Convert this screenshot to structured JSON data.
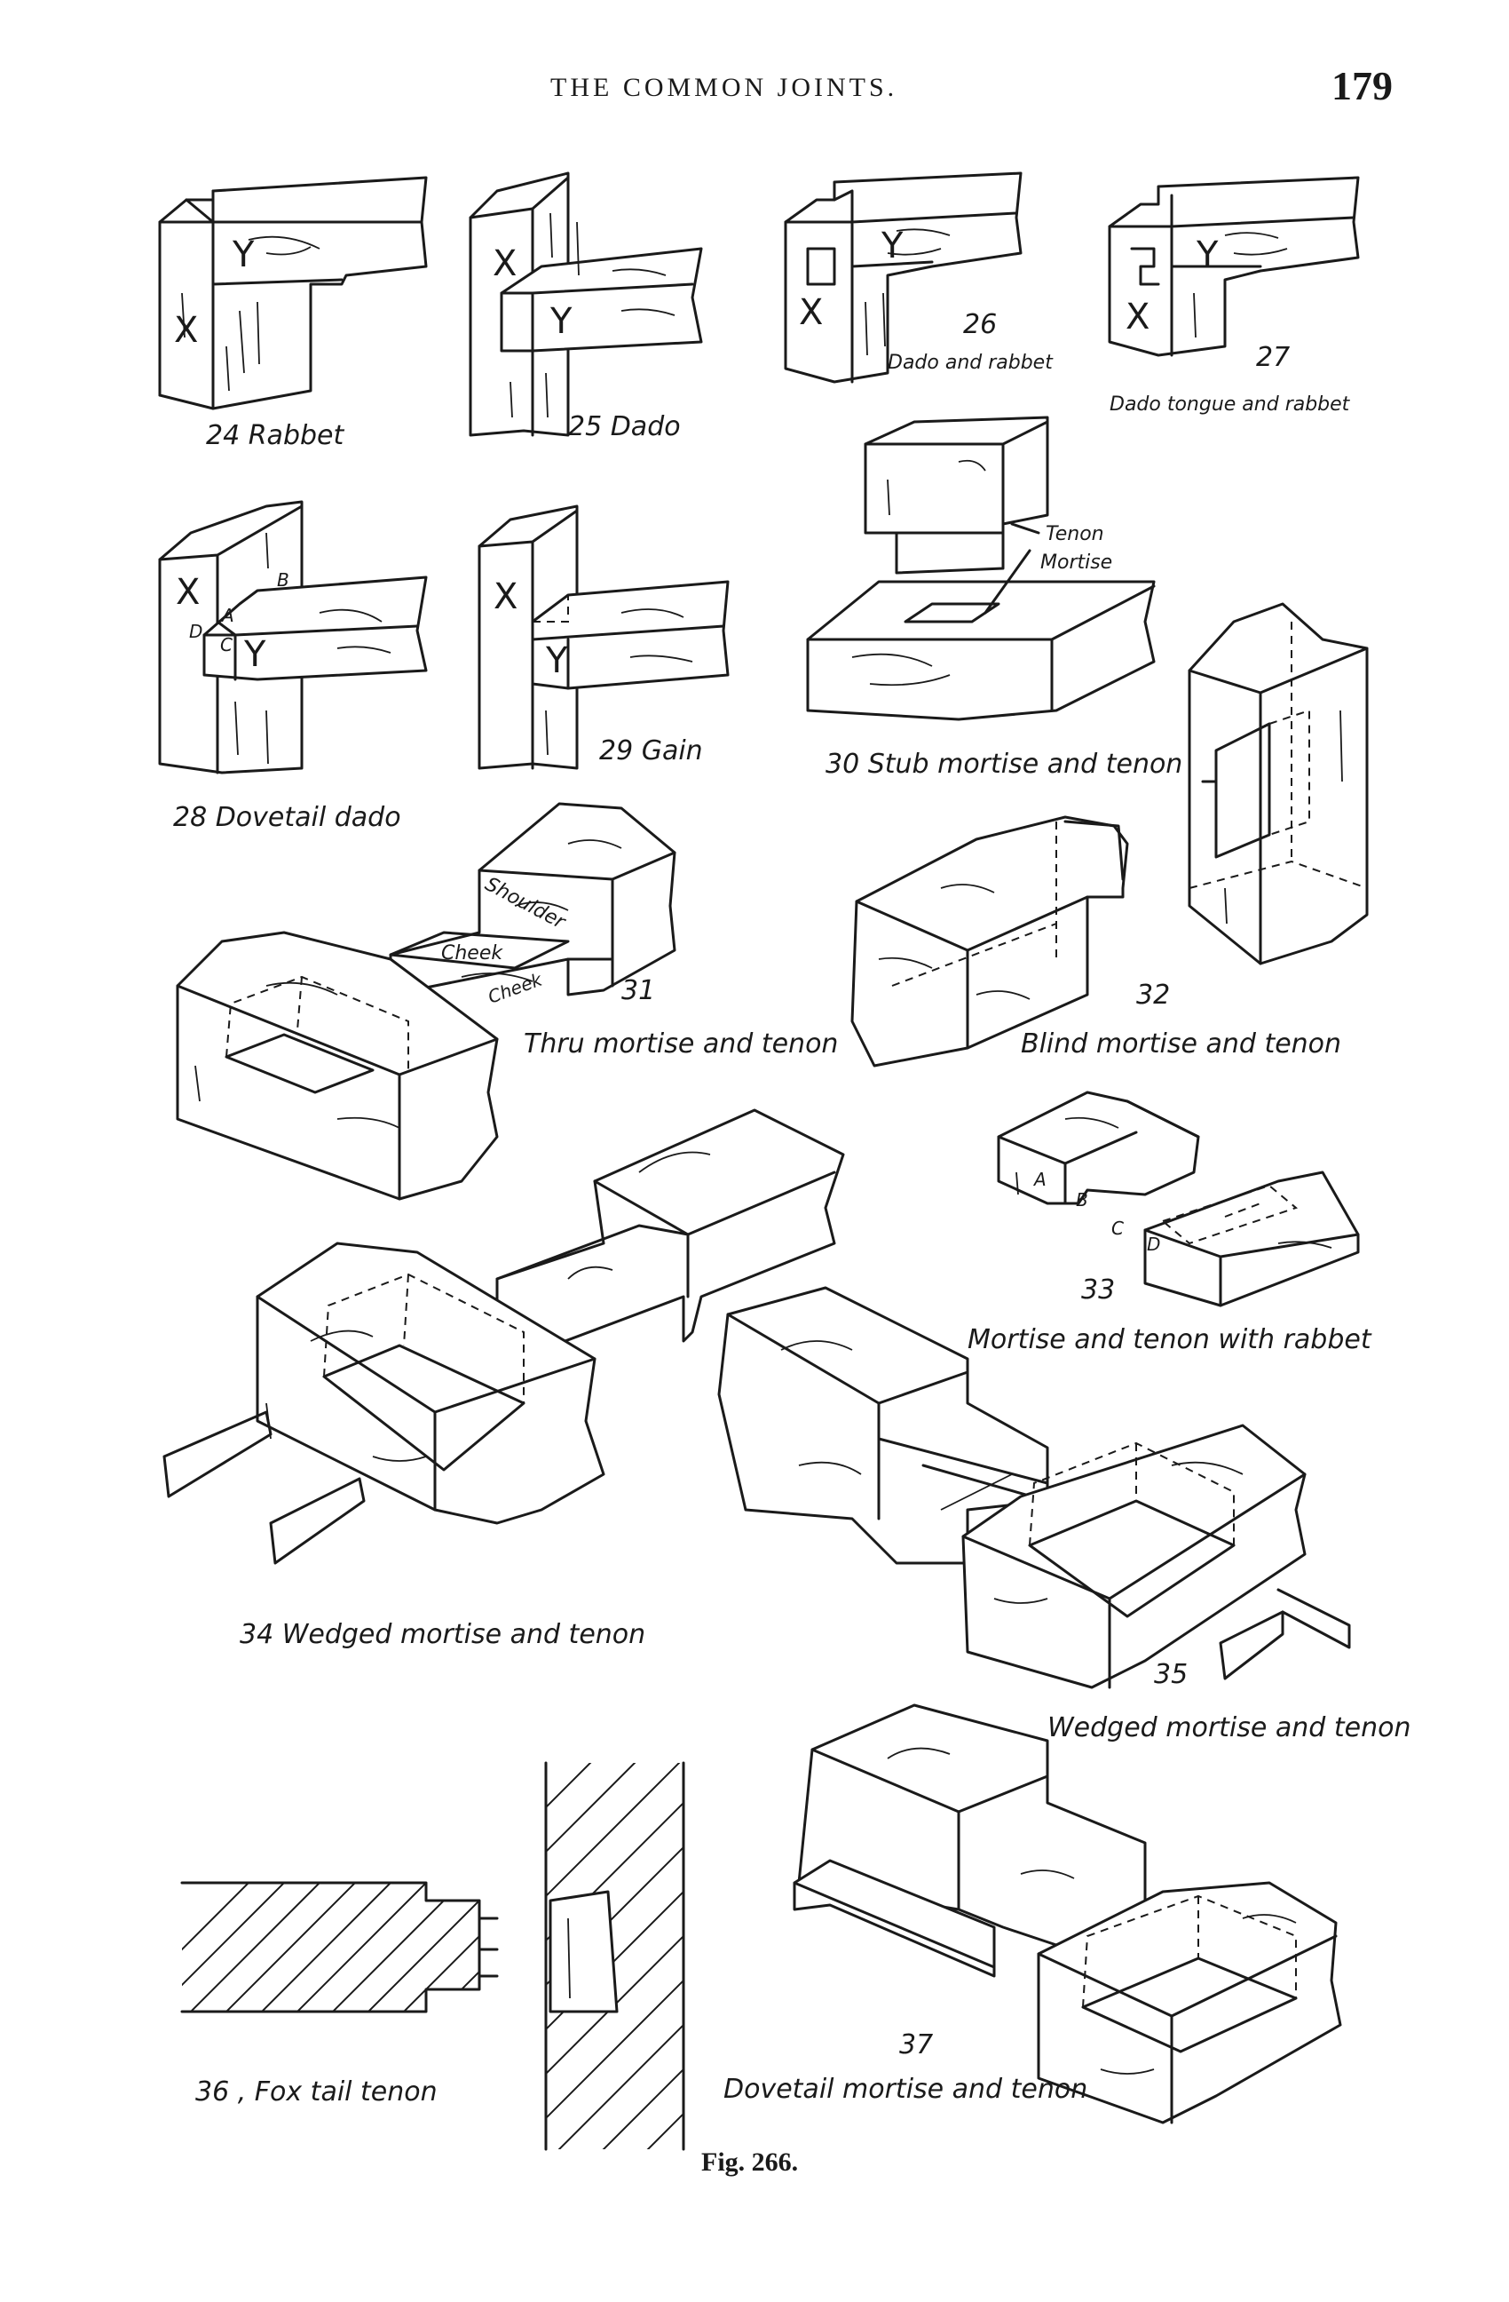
{
  "header": {
    "running_head": "THE COMMON JOINTS.",
    "page_number": "179"
  },
  "figures": {
    "f24": {
      "caption": "24 Rabbet",
      "marks": [
        "Y",
        "X"
      ]
    },
    "f25": {
      "caption": "25 Dado",
      "marks": [
        "X",
        "Y"
      ]
    },
    "f26": {
      "number": "26",
      "caption": "Dado and rabbet",
      "marks": [
        "Y",
        "X"
      ]
    },
    "f27": {
      "number": "27",
      "caption": "Dado tongue and rabbet",
      "marks": [
        "Y",
        "X"
      ]
    },
    "f28": {
      "caption": "28 Dovetail dado",
      "marks": [
        "X",
        "Y"
      ],
      "points": [
        "B",
        "A",
        "D",
        "C"
      ]
    },
    "f29": {
      "caption": "29 Gain",
      "marks": [
        "X",
        "Y"
      ]
    },
    "f30": {
      "caption": "30 Stub mortise and tenon",
      "labels": [
        "Tenon",
        "Mortise"
      ]
    },
    "f31": {
      "number": "31",
      "caption": "Thru mortise and tenon",
      "labels": [
        "Shoulder",
        "Cheek",
        "Cheek"
      ]
    },
    "f32": {
      "number": "32",
      "caption": "Blind mortise and tenon"
    },
    "f33": {
      "number": "33",
      "caption": "Mortise and tenon with rabbet",
      "points": [
        "A",
        "B",
        "C",
        "D"
      ]
    },
    "f34": {
      "caption": "34 Wedged mortise and tenon"
    },
    "f35": {
      "number": "35",
      "caption": "Wedged mortise and tenon"
    },
    "f36": {
      "caption": "36 , Fox tail tenon"
    },
    "f37": {
      "number": "37",
      "caption": "Dovetail mortise and tenon"
    }
  },
  "figure_caption": "Fig. 266."
}
